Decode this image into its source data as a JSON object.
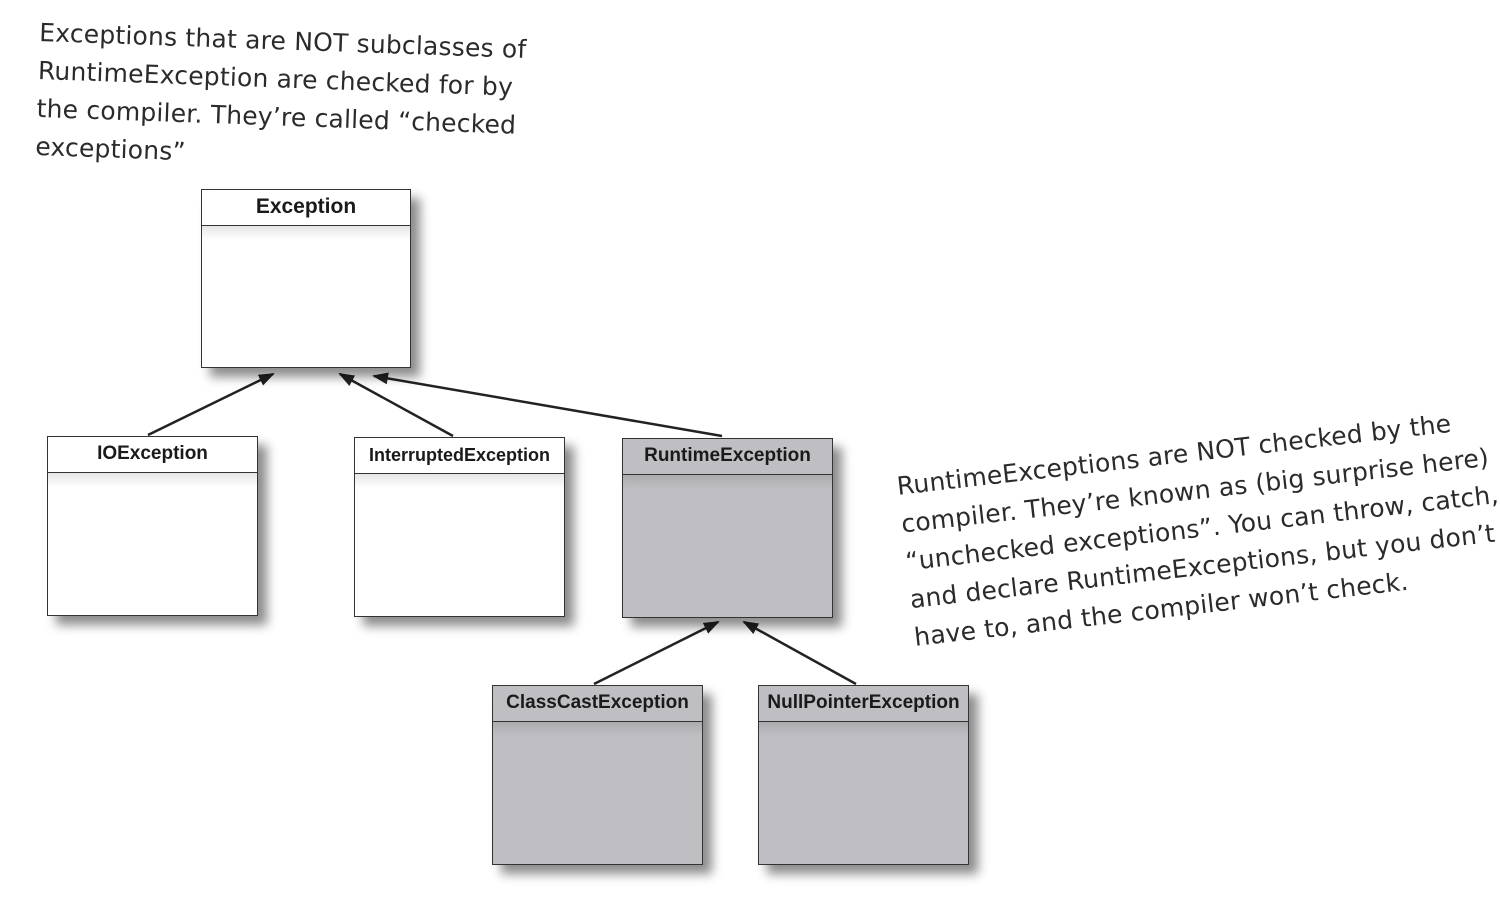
{
  "notes": {
    "top": [
      "Exceptions that are NOT subclasses of",
      "RuntimeException are checked for by",
      "the compiler. They’re called “checked",
      "exceptions”"
    ],
    "right": [
      "RuntimeExceptions are NOT checked by the",
      "compiler. They’re known as (big surprise here)",
      "“unchecked exceptions”. You can throw, catch,",
      "and declare RuntimeExceptions, but you don’t",
      "have to, and the compiler won’t check."
    ]
  },
  "classes": {
    "exception": "Exception",
    "io_exception": "IOException",
    "interrupted_exception": "InterruptedException",
    "runtime_exception": "RuntimeException",
    "class_cast_exception": "ClassCastException",
    "null_pointer_exception": "NullPointerException"
  },
  "colors": {
    "checked_box": "#ffffff",
    "unchecked_box": "#bfbfc3",
    "line": "#222222"
  }
}
